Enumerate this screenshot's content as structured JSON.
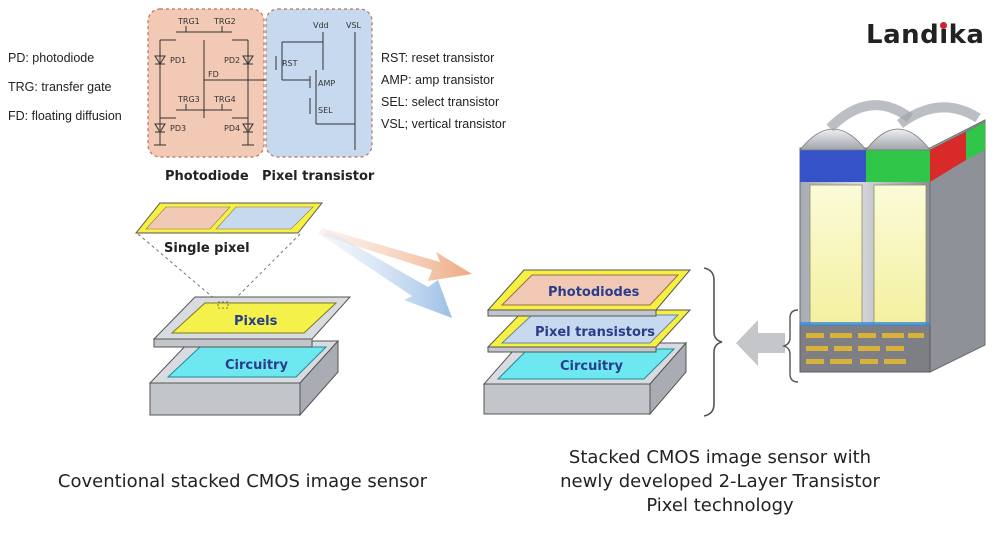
{
  "brand": {
    "name": "Landika",
    "color": "#d0202a"
  },
  "legend_left": [
    "PD: photodiode",
    "TRG: transfer gate",
    "FD: floating diffusion"
  ],
  "legend_right": [
    "RST: reset transistor",
    "AMP: amp transistor",
    "SEL: select transistor",
    "VSL; vertical transistor"
  ],
  "circuit": {
    "photodiode_labels": [
      "TRG1",
      "TRG2",
      "PD1",
      "PD2",
      "FD",
      "TRG3",
      "TRG4",
      "PD3",
      "PD4"
    ],
    "transistor_labels": [
      "Vdd",
      "VSL",
      "RST",
      "AMP",
      "SEL"
    ]
  },
  "section_labels": {
    "photodiode": "Photodiode",
    "pixel_transistor": "Pixel transistor",
    "single_pixel": "Single pixel"
  },
  "conventional_stack": {
    "top_layer": "Pixels",
    "bottom_layer": "Circuitry"
  },
  "new_stack": {
    "top_layer": "Photodiodes",
    "middle_layer": "Pixel transistors",
    "bottom_layer": "Circuitry"
  },
  "captions": {
    "left": "Coventional stacked CMOS image sensor",
    "right": [
      "Stacked CMOS image sensor with",
      "newly developed 2-Layer Transistor",
      "Pixel technology"
    ]
  },
  "colors": {
    "photodiode_fill": "#f1c9b4",
    "transistor_fill": "#c7d9ee",
    "pixels_fill": "#f4f24a",
    "circuitry_fill": "#6ee8f0",
    "yellow_frame": "#f6f040"
  }
}
